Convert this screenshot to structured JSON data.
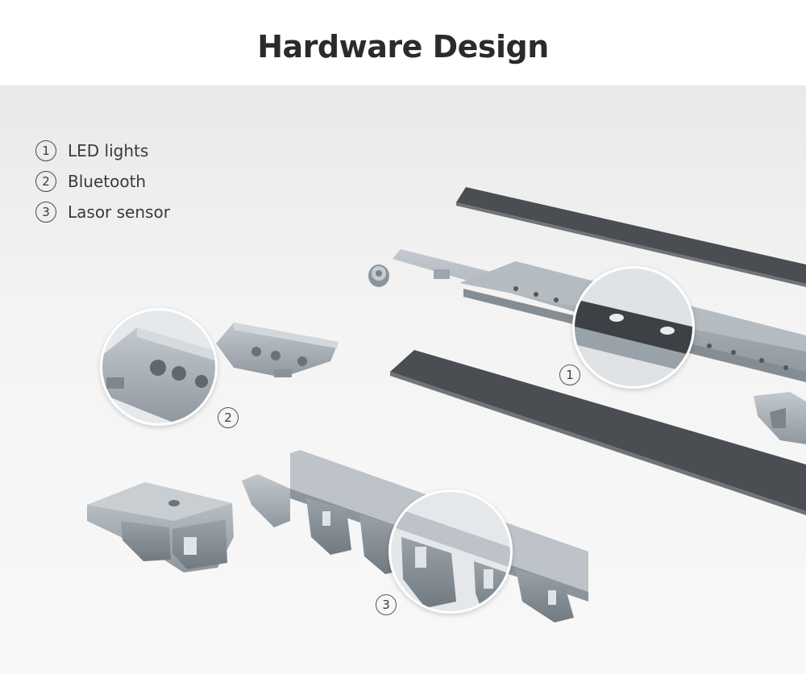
{
  "title": "Hardware Design",
  "legend": [
    {
      "num": "1",
      "label": "LED lights"
    },
    {
      "num": "2",
      "label": "Bluetooth"
    },
    {
      "num": "3",
      "label": "Lasor sensor"
    }
  ],
  "callouts": {
    "led": "1",
    "bluetooth": "2",
    "laser": "3"
  },
  "colors": {
    "dark_panel": "#4b4f53",
    "grey_part": "#a9b0b6",
    "title_text": "#2b2b2b"
  }
}
